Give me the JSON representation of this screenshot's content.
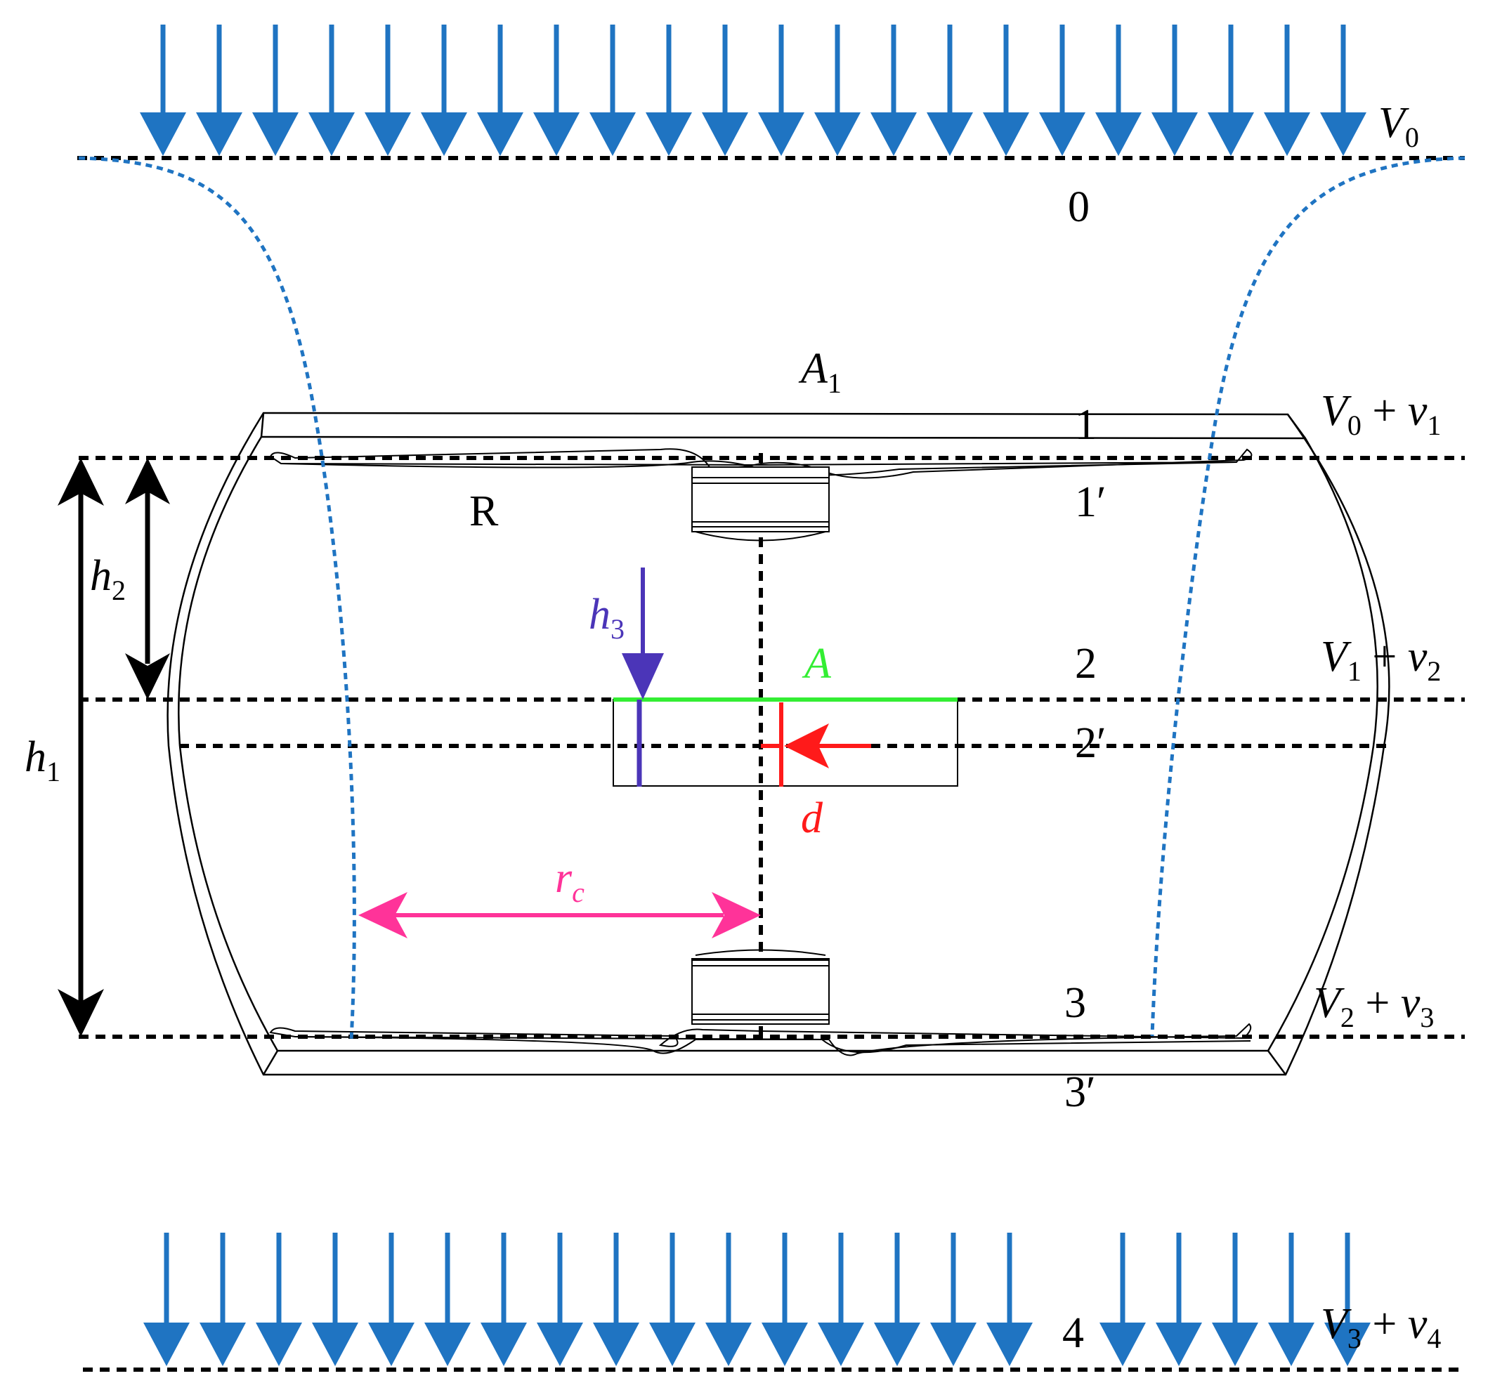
{
  "colors": {
    "flow": "#1f74c2",
    "black": "#000000",
    "green": "#33ee33",
    "red": "#ff1a1a",
    "purple": "#4b35b8",
    "magenta": "#ff3399"
  },
  "labels": {
    "inlet_velocity": {
      "main": "V",
      "sub": "0"
    },
    "station_0": "0",
    "area_A1": {
      "main": "A",
      "sub": "1"
    },
    "velocity_1": {
      "v": "V",
      "vsub": "0",
      "op": " + ",
      "w": "v",
      "wsub": "1"
    },
    "station_1": "1",
    "station_1p": "1′",
    "rotor_R": "R",
    "h2": {
      "main": "h",
      "sub": "2"
    },
    "h3": {
      "main": "h",
      "sub": "3"
    },
    "area_A": "A",
    "station_2": "2",
    "velocity_2": {
      "v": "V",
      "vsub": "1",
      "op": " + ",
      "w": "v",
      "wsub": "2"
    },
    "station_2p": "2′",
    "h1": {
      "main": "h",
      "sub": "1"
    },
    "d": "d",
    "rc": {
      "main": "r",
      "sub": "c"
    },
    "station_3": "3",
    "velocity_3": {
      "v": "V",
      "vsub": "2",
      "op": " + ",
      "w": "v",
      "wsub": "3"
    },
    "station_3p": "3′",
    "station_4": "4",
    "velocity_4": {
      "v": "V",
      "vsub": "3",
      "op": " + ",
      "w": "v",
      "wsub": "4"
    }
  },
  "icons": {
    "top_arrows": 22,
    "bottom_arrows": 21
  }
}
